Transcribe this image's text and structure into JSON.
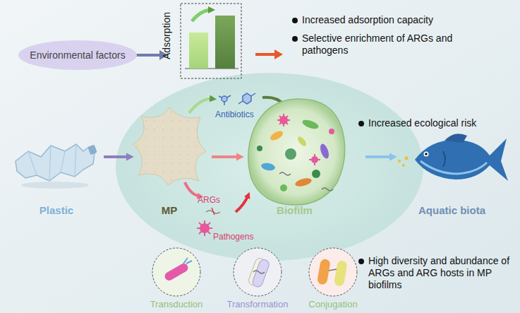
{
  "diagram": {
    "nodes": [
      {
        "text": [
          "Environmental factors"
        ]
      },
      {
        "text": [
          "Plastic"
        ]
      },
      {
        "text": [
          "MP"
        ]
      },
      {
        "text": [
          "Biofilm"
        ]
      },
      {
        "text": [
          "Aquatic biota"
        ]
      },
      {
        "text": [
          "Transduction"
        ]
      },
      {
        "text": [
          "Transformation"
        ]
      },
      {
        "text": [
          "Conjugation"
        ]
      }
    ],
    "edges": [
      {
        "from": 1,
        "to": 2,
        "arrow": "to"
      },
      {
        "from": 2,
        "to": 3,
        "arrow": "to"
      },
      {
        "from": 3,
        "to": 4,
        "arrow": "to"
      }
    ],
    "labels": [
      "Adsorption",
      "Increased adsorption capacity",
      "Selective enrichment of ARGs and pathogens",
      "Antibiotics",
      "Increased ecological risk",
      "ARGs",
      "Pathogens",
      "High diversity and abundance of ARGs and ARG hosts in MP biofilms"
    ]
  }
}
